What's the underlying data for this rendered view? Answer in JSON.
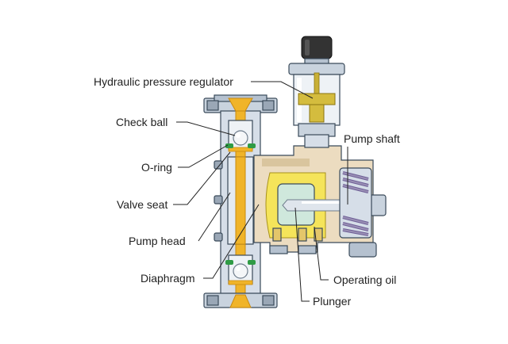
{
  "labels": {
    "hydraulic_pressure_regulator": "Hydraulic pressure regulator",
    "check_ball": "Check ball",
    "o_ring": "O-ring",
    "valve_seat": "Valve seat",
    "pump_head": "Pump head",
    "diaphragm": "Diaphragm",
    "pump_shaft": "Pump shaft",
    "operating_oil": "Operating oil",
    "plunger": "Plunger"
  },
  "colors": {
    "metal_light": "#d6dee8",
    "metal_mid": "#b5c1cf",
    "metal_dark": "#7f8c9b",
    "flow_gold": "#f0b429",
    "flow_gold_dark": "#c98a10",
    "housing_beige": "#ecdcc0",
    "housing_beige_dark": "#c9b48e",
    "oil_yellow": "#f5e45a",
    "plunger_green": "#cfe8dc",
    "spring_purple": "#9a8fb5",
    "oring_green": "#2f9b45",
    "knob_dark": "#333333",
    "diaphragm_gold": "#e8b52e"
  }
}
